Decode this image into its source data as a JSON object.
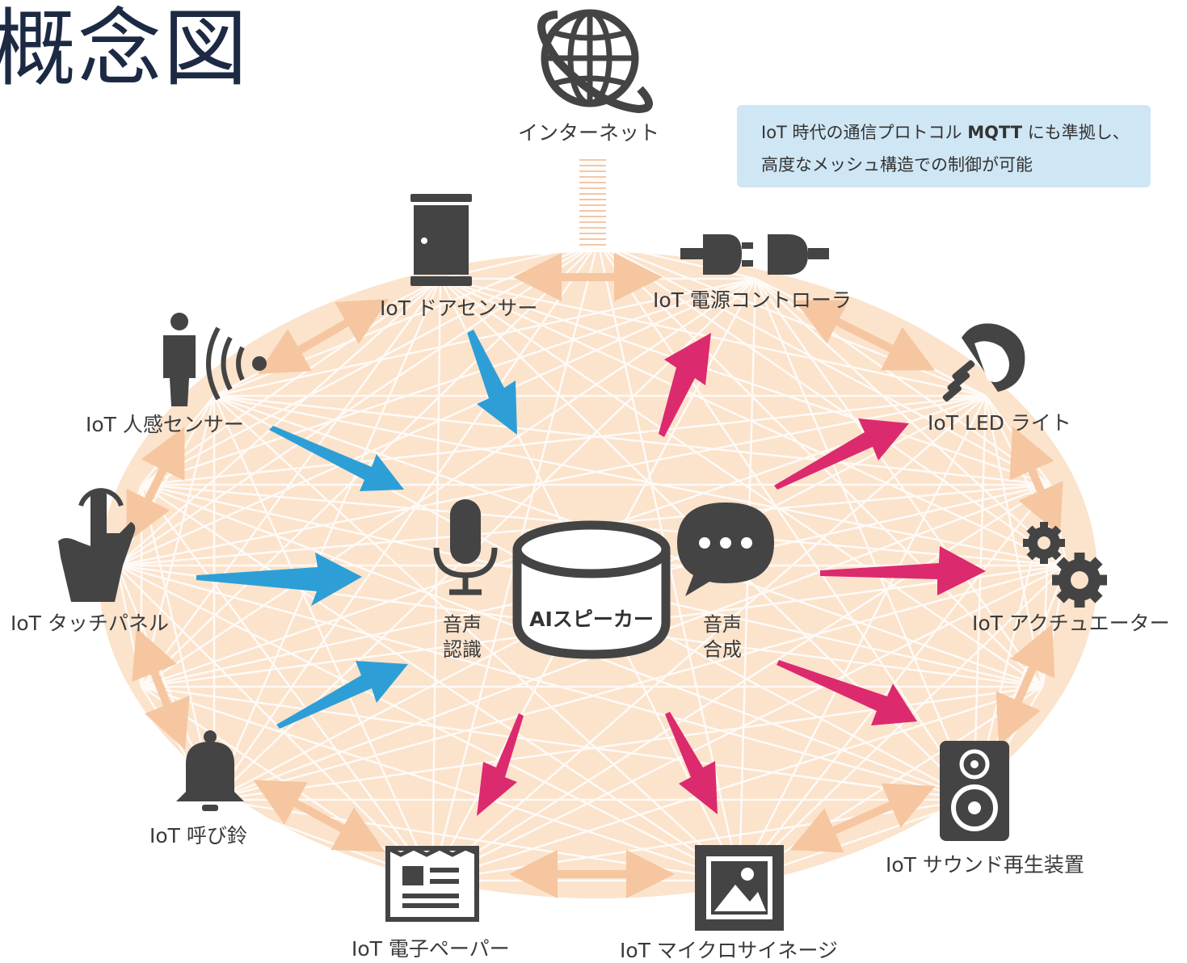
{
  "page": {
    "title": "概念図"
  },
  "callout": {
    "line1_prefix": "IoT 時代の通信プロトコル ",
    "line1_bold": "MQTT",
    "line1_suffix": " にも準拠し、",
    "line2": "高度なメッシュ構造での制御が可能"
  },
  "center": {
    "speaker_label": "AIスピーカー",
    "speech_recognition": [
      "音声",
      "認識"
    ],
    "speech_synthesis": [
      "音声",
      "合成"
    ]
  },
  "nodes": {
    "internet": "インターネット",
    "door_sensor": "IoT ドアセンサー",
    "power_controller": "IoT 電源コントローラ",
    "motion_sensor": "IoT 人感センサー",
    "led_light": "IoT LED ライト",
    "touch_panel": "IoT タッチパネル",
    "actuator": "IoT アクチュエーター",
    "bell": "IoT 呼び鈴",
    "sound_player": "IoT サウンド再生装置",
    "e_paper": "IoT 電子ペーパー",
    "signage": "IoT マイクロサイネージ"
  },
  "colors": {
    "mesh_fill": "#fbe3cc",
    "mesh_line": "#ffffff",
    "input_arrow": "#2e9fd6",
    "output_arrow": "#dc2a6e",
    "icon": "#444444",
    "callout_bg": "#cfe6f4"
  }
}
